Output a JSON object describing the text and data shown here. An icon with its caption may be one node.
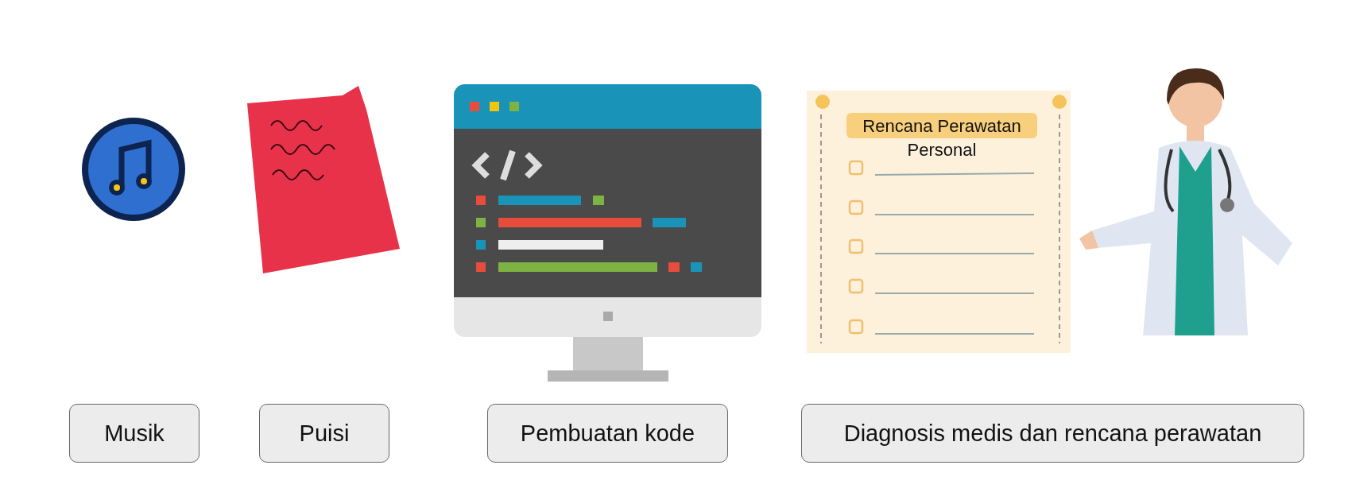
{
  "diagram": {
    "nodes": [
      {
        "text": [
          "Rencana Perawatan Personal"
        ]
      },
      {
        "text": [
          "Musik"
        ]
      },
      {
        "text": [
          "Puisi"
        ]
      },
      {
        "text": [
          "Pembuatan kode"
        ]
      },
      {
        "text": [
          "Diagnosis medis dan rencana perawatan"
        ]
      }
    ]
  }
}
